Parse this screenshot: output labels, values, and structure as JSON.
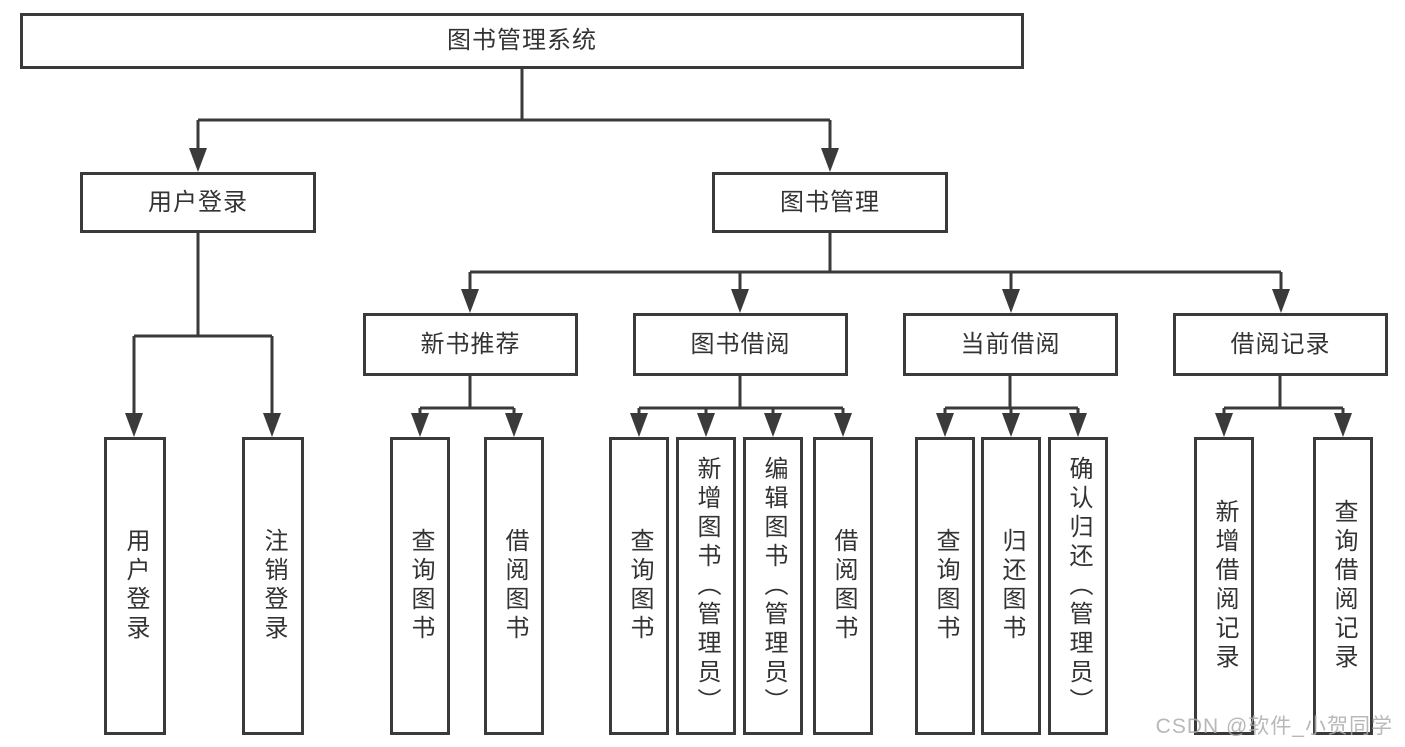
{
  "colors": {
    "background": "#ffffff",
    "line": "#3a3a3a",
    "box_border": "#3a3a3a",
    "text": "#333333",
    "watermark": "#acacac"
  },
  "diagram": {
    "type": "tree",
    "root": {
      "label": "图书管理系统"
    },
    "level2": [
      {
        "id": "user-login",
        "label": "用户登录"
      },
      {
        "id": "book-management",
        "label": "图书管理"
      }
    ],
    "level3": [
      {
        "id": "new-book-recommend",
        "parent": "图书管理",
        "label": "新书推荐"
      },
      {
        "id": "book-borrow",
        "parent": "图书管理",
        "label": "图书借阅"
      },
      {
        "id": "current-borrow",
        "parent": "图书管理",
        "label": "当前借阅"
      },
      {
        "id": "borrow-records",
        "parent": "图书管理",
        "label": "借阅记录"
      }
    ],
    "leaves": [
      {
        "parent": "用户登录",
        "label": "用户登录"
      },
      {
        "parent": "用户登录",
        "label": "注销登录"
      },
      {
        "parent": "新书推荐",
        "label": "查询图书"
      },
      {
        "parent": "新书推荐",
        "label": "借阅图书"
      },
      {
        "parent": "图书借阅",
        "label": "查询图书"
      },
      {
        "parent": "图书借阅",
        "label": "新增图书（管理员）"
      },
      {
        "parent": "图书借阅",
        "label": "编辑图书（管理员）"
      },
      {
        "parent": "图书借阅",
        "label": "借阅图书"
      },
      {
        "parent": "当前借阅",
        "label": "查询图书"
      },
      {
        "parent": "当前借阅",
        "label": "归还图书"
      },
      {
        "parent": "当前借阅",
        "label": "确认归还（管理员）"
      },
      {
        "parent": "借阅记录",
        "label": "新增借阅记录"
      },
      {
        "parent": "借阅记录",
        "label": "查询借阅记录"
      }
    ]
  },
  "watermark": {
    "text": "CSDN @软件_小贺同学"
  }
}
